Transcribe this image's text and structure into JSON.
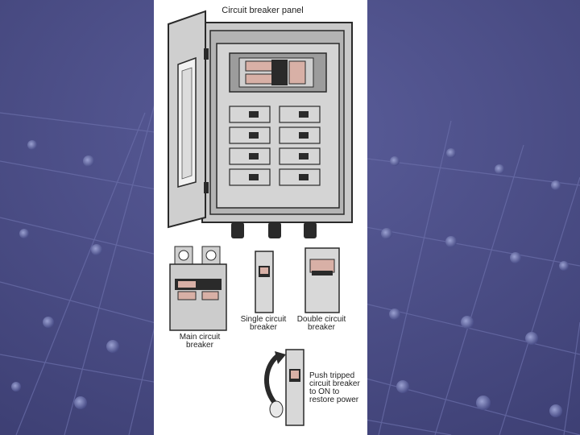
{
  "slide": {
    "background_color": "#4a4d86",
    "card_color": "#ffffff"
  },
  "diagram": {
    "title": "Circuit breaker panel",
    "labels": {
      "main": "Main circuit breaker",
      "single": "Single circuit breaker",
      "double": "Double circuit breaker",
      "push": "Push tripped circuit breaker to ON to restore power"
    },
    "colors": {
      "panel_gray": "#b9b9b9",
      "breaker_pink": "#d8b0a6",
      "dark": "#2a2a2a"
    }
  }
}
